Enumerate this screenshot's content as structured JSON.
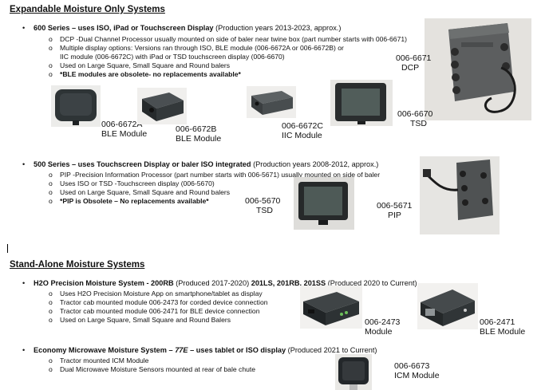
{
  "section1": {
    "heading": "Expandable Moisture Only Systems",
    "s600": {
      "title": "600 Series",
      "title_rest": " – uses ISO, iPad or Touchscreen Display",
      "title_tail": " (Production years 2013-2023, approx.)",
      "items": [
        "DCP -Dual Channel Processor usually mounted on side of baler near twine box (part number starts with 006-6671)",
        "Multiple display options: Versions ran through ISO, BLE module (006-6672A or 006-6672B) or",
        "IIC module (006-6672C) with iPad or TSD touchscreen display (006-6670)",
        "Used on Large Square, Small Square and Round balers",
        "*BLE modules are obsolete- no replacements available*"
      ],
      "captions": {
        "a": [
          "006-6672A",
          "BLE Module"
        ],
        "b": [
          "006-6672B",
          "BLE Module"
        ],
        "c": [
          "006-6672C",
          "IIC Module"
        ],
        "tsd": [
          "006-6670",
          "TSD"
        ],
        "dcp": [
          "006-6671",
          "DCP"
        ]
      }
    },
    "s500": {
      "title": "500 Series",
      "title_rest": " – uses Touchscreen Display or baler ISO integrated",
      "title_tail": " (Production years 2008-2012, approx.)",
      "items": [
        "PIP -Precision Information Processor (part number starts with 006-5671) usually mounted on side of baler",
        "Uses ISO or TSD -Touchscreen display (006-5670)",
        "Used on Large Square, Small Square and Round balers",
        "*PIP is Obsolete – No replacements available*"
      ],
      "captions": {
        "tsd": [
          "006-5670",
          "TSD"
        ],
        "pip": [
          "006-5671",
          "PIP"
        ]
      }
    }
  },
  "section2": {
    "heading": "Stand-Alone Moisture Systems",
    "h2o": {
      "title": "H2O Precision Moisture System",
      "title_rest": " - 200RB",
      "title_tail": " (Produced 2017-2020) ",
      "title_bold2": "201LS, 201RB, 201SS",
      "title_tail2": " (Produced 2020 to Current)",
      "items": [
        "Uses H2O Precision Moisture App on smartphone/tablet as display",
        "Tractor cab mounted module 006-2473 for corded device connection",
        "Tractor cab mounted module 006-2471 for BLE device connection",
        "Used on Large Square, Small Square and Round Balers"
      ],
      "captions": {
        "m2473": [
          "006-2473",
          "Module"
        ],
        "m2471": [
          "006-2471",
          "BLE Module"
        ]
      }
    },
    "eco": {
      "title": "Economy Microwave Moisture System",
      "title_rest": " – ",
      "title_italic": "77E",
      "title_rest2": " – uses tablet or ISO display",
      "title_tail": " (Produced 2021 to Current)",
      "items": [
        "Tractor mounted ICM Module",
        "Dual Microwave Moisture Sensors mounted at rear of bale chute"
      ],
      "captions": {
        "icm": [
          "006-6673",
          "ICM Module"
        ]
      }
    }
  },
  "glyphs": {
    "bullet": "•",
    "sub": "o"
  }
}
